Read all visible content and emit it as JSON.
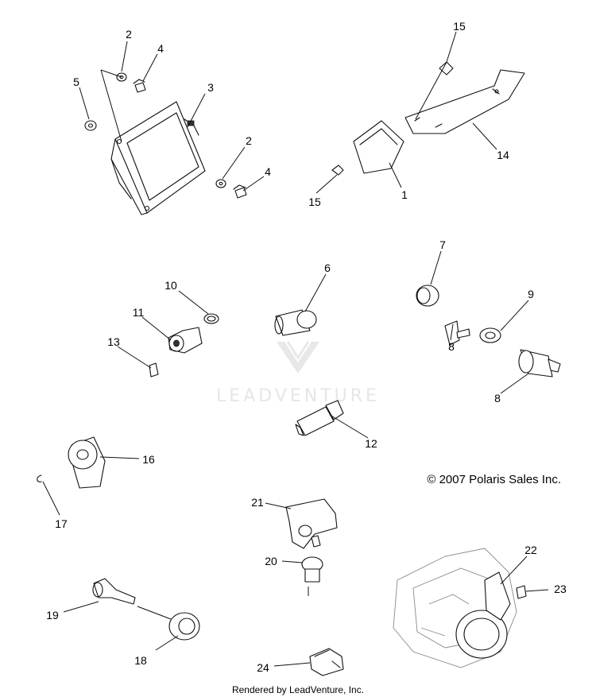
{
  "watermark": {
    "brand": "LEADVENTURE"
  },
  "copyright": "© 2007 Polaris Sales Inc.",
  "footer": "Rendered by LeadVenture, Inc.",
  "callouts": {
    "c1": "1",
    "c2a": "2",
    "c2b": "2",
    "c3": "3",
    "c4a": "4",
    "c4b": "4",
    "c5": "5",
    "c6": "6",
    "c7": "7",
    "c8a": "8",
    "c8b": "8",
    "c9": "9",
    "c10": "10",
    "c11": "11",
    "c12": "12",
    "c13": "13",
    "c14": "14",
    "c15a": "15",
    "c15b": "15",
    "c16": "16",
    "c17": "17",
    "c18": "18",
    "c19": "19",
    "c20": "20",
    "c21": "21",
    "c22": "22",
    "c23": "23",
    "c24": "24"
  }
}
